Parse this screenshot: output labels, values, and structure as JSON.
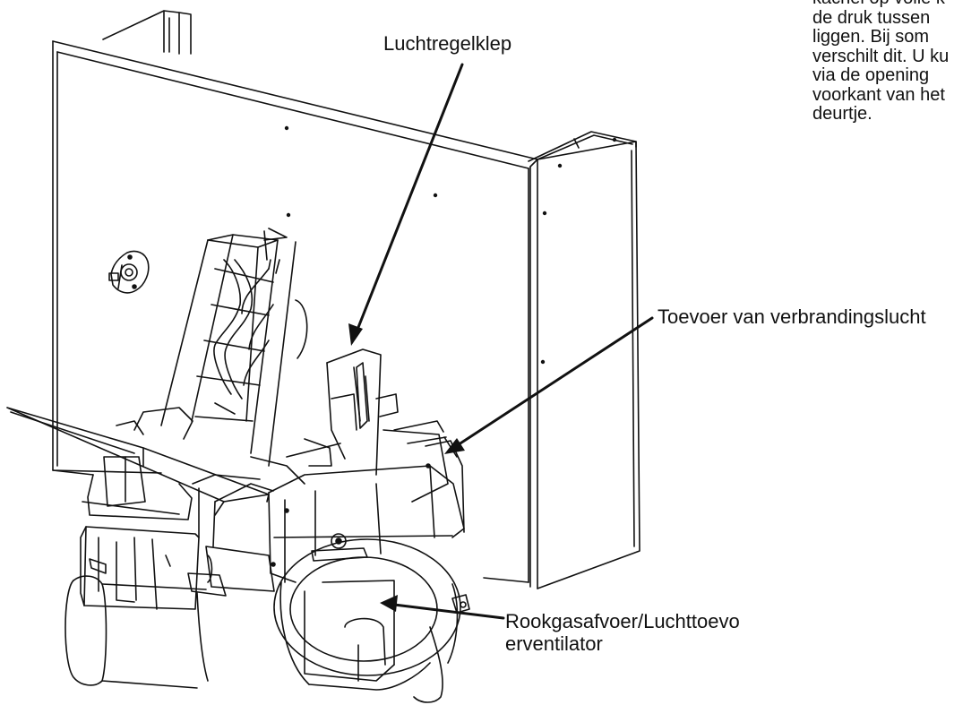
{
  "labels": {
    "luchtregelklep": "Luchtregelklep",
    "toevoer": "Toevoer van verbrandingslucht",
    "rookgas_line1": "Rookgasafvoer/Luchttoevo",
    "rookgas_line2": "erventilator"
  },
  "corner_text": [
    "kachel op volle k",
    "de druk tussen",
    "liggen. Bij som",
    "verschilt dit. U ku",
    "via de opening",
    "voorkant van het",
    "deurtje."
  ],
  "colors": {
    "ink": "#111111",
    "background": "#ffffff"
  }
}
